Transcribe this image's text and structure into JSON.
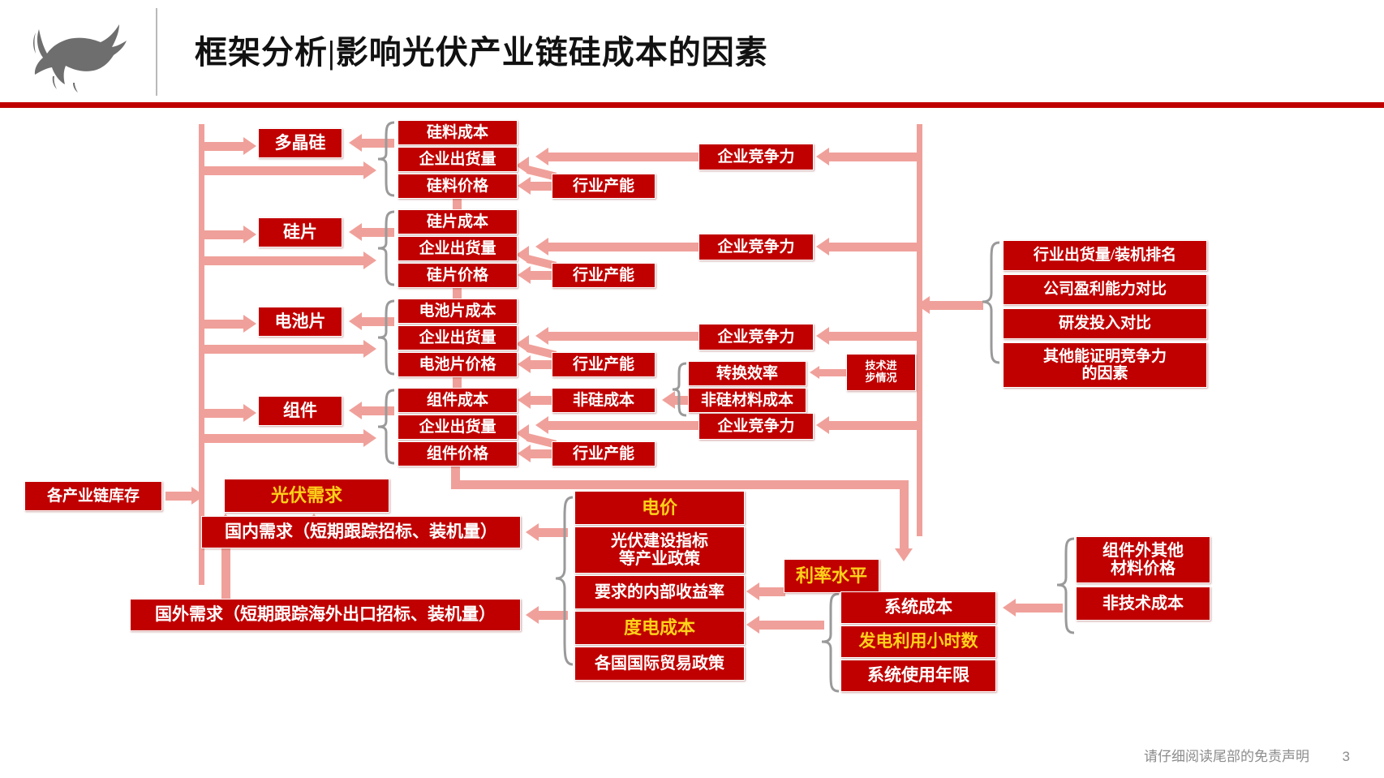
{
  "header": {
    "title": "框架分析|影响光伏产业链硅成本的因素",
    "logo_icon": "bull-logo-icon"
  },
  "footer": {
    "disclaimer": "请仔细阅读尾部的免责声明",
    "page_number": "3"
  },
  "colors": {
    "box_fill": "#c00000",
    "box_text": "#ffffff",
    "highlight_text": "#ffd11a",
    "arrow": "#f0a09a",
    "brace": "#9a9a9a",
    "header_rule": "#c00000"
  },
  "chain_stages": [
    {
      "label": "多晶硅"
    },
    {
      "label": "硅片"
    },
    {
      "label": "电池片"
    },
    {
      "label": "组件"
    }
  ],
  "stage_details": {
    "polysilicon": {
      "cost": "硅料成本",
      "shipment": "企业出货量",
      "price": "硅料价格",
      "capacity": "行业产能",
      "competitiveness": "企业竞争力"
    },
    "wafer": {
      "cost": "硅片成本",
      "shipment": "企业出货量",
      "price": "硅片价格",
      "capacity": "行业产能",
      "competitiveness": "企业竞争力"
    },
    "cell": {
      "cost": "电池片成本",
      "shipment": "企业出货量",
      "price": "电池片价格",
      "capacity": "行业产能",
      "competitiveness": "企业竞争力"
    },
    "module": {
      "cost": "组件成本",
      "shipment": "企业出货量",
      "price": "组件价格",
      "capacity": "行业产能",
      "competitiveness": "企业竞争力"
    }
  },
  "non_silicon": {
    "non_silicon_cost": "非硅成本",
    "conversion_efficiency": "转换效率",
    "non_silicon_material_cost": "非硅材料成本",
    "tech_progress": "技术进\n步情况"
  },
  "competitiveness_factors": [
    {
      "label": "行业出货量/装机排名"
    },
    {
      "label": "公司盈利能力对比"
    },
    {
      "label": "研发投入对比"
    },
    {
      "label": "其他能证明竞争力\n的因素"
    }
  ],
  "demand": {
    "inventory": "各产业链库存",
    "pv_demand": "光伏需求",
    "domestic_demand": "国内需求（短期跟踪招标、装机量）",
    "overseas_demand": "国外需求（短期跟踪海外出口招标、装机量）"
  },
  "policy_group": [
    {
      "label": "电价",
      "highlight": true
    },
    {
      "label": "光伏建设指标\n等产业政策",
      "highlight": false
    },
    {
      "label": "要求的内部收益率",
      "highlight": false
    },
    {
      "label": "度电成本",
      "highlight": true
    },
    {
      "label": "各国国际贸易政策",
      "highlight": false
    }
  ],
  "interest_rate": "利率水平",
  "system_group": [
    {
      "label": "系统成本",
      "highlight": false
    },
    {
      "label": "发电利用小时数",
      "highlight": true
    },
    {
      "label": "系统使用年限",
      "highlight": false
    }
  ],
  "material_group": [
    {
      "label": "组件外其他\n材料价格"
    },
    {
      "label": "非技术成本"
    }
  ]
}
